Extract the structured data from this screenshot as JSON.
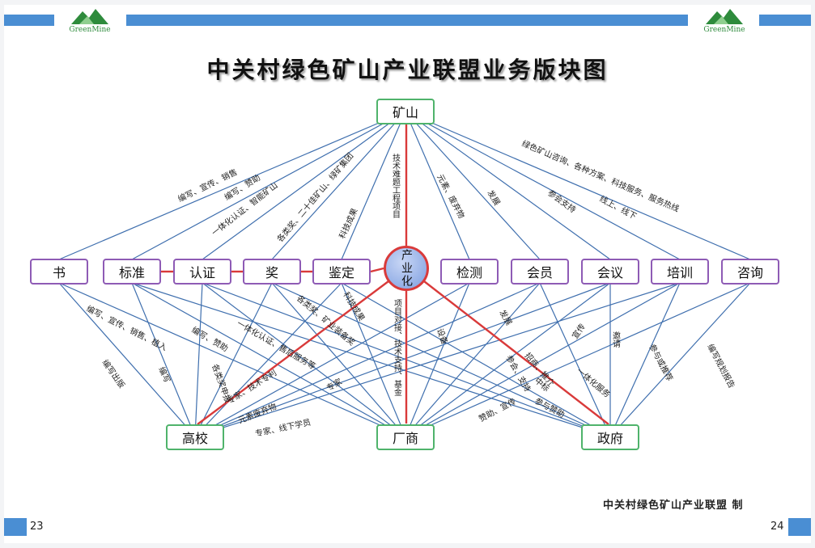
{
  "header": {
    "logo_text": "GreenMine",
    "title": "中关村绿色矿山产业联盟业务版块图"
  },
  "footer": {
    "page_left": "23",
    "page_right": "24",
    "credit": "中关村绿色矿山产业联盟  制"
  },
  "colors": {
    "accent": "#4a8ed3",
    "node_border": "#8e5bb5",
    "main_border": "#4fb36b",
    "line": "#3f6fae",
    "core_line": "#d93a3a"
  },
  "diagram": {
    "hub_label": "产业化",
    "nodes": {
      "mine": "矿山",
      "book": "书",
      "standard": "标准",
      "cert": "认证",
      "award": "奖",
      "appraisal": "鉴定",
      "testing": "检测",
      "member": "会员",
      "meeting": "会议",
      "training": "培训",
      "consult": "咨询",
      "university": "高校",
      "vendor": "厂商",
      "government": "政府"
    },
    "labels": {
      "l1": "编写、宣传、销售",
      "l2": "编写、赞助",
      "l3": "一体化认证、智能矿山",
      "l4": "各类奖、二十佳矿山、绿矿集团",
      "l5": "科技成果",
      "l6": "技术难题工程项目",
      "l7": "元素、废弃物",
      "l8": "发展",
      "l9": "参会支持",
      "l10": "线上、线下",
      "l11": "绿色矿山咨询、各种方案、科技服务、服务热线",
      "l12": "编写、宣传、销售、植入",
      "l13": "编写出版",
      "l14": "编写",
      "l15": "编写、赞助",
      "l16": "一体化认证、售后服务等",
      "l17": "各类奖、矿业装备奖",
      "l18": "各类奖申报",
      "l19": "专家、技术专利",
      "l20": "元素废弃物",
      "l21": "专家、线下学员",
      "l22": "科技成果",
      "l23": "专家",
      "l24": "项目对接、技术支持、基金",
      "l25": "设备",
      "l26": "发展",
      "l27": "参会、支持",
      "l28": "宣传",
      "l29": "招商、推介",
      "l30": "中标",
      "l31": "参与赞助",
      "l32": "赞助、宣传",
      "l33": "参与或推荐",
      "l34": "编写规划报告",
      "l35": "邀请",
      "l36": "一体化服务"
    }
  }
}
